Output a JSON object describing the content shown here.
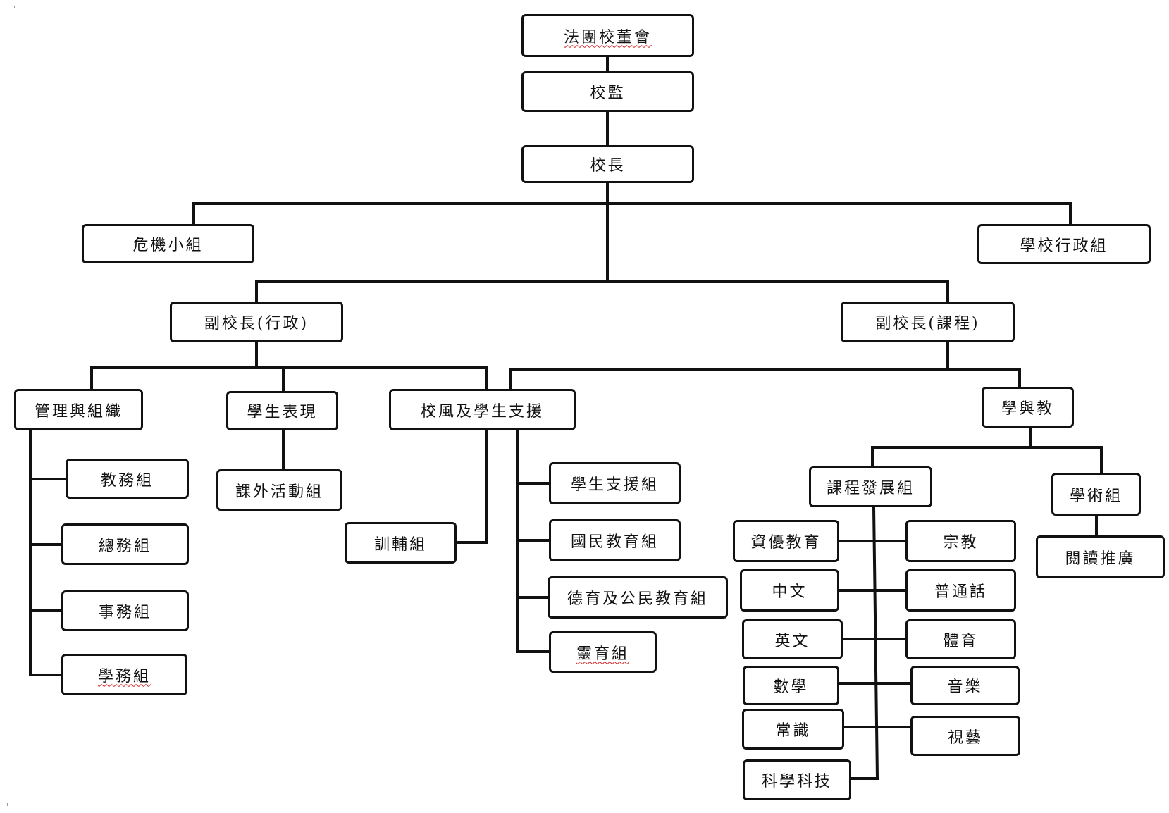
{
  "nodes": {
    "board": "法團校董會",
    "supervisor": "校監",
    "principal": "校長",
    "crisis": "危機小組",
    "school_admin": "學校行政組",
    "vp_admin": "副校長(行政)",
    "vp_curriculum": "副校長(課程)",
    "management": "管理與組織",
    "performance": "學生表現",
    "ethos": "校風及學生支援",
    "learning": "學與教",
    "academic_affairs": "教務組",
    "general_affairs": "總務組",
    "affairs": "事務組",
    "student_affairs": "學務組",
    "extracurricular": "課外活動組",
    "guidance": "訓輔組",
    "student_support": "學生支援組",
    "national_edu": "國民教育組",
    "moral_civic": "德育及公民教育組",
    "spiritual": "靈育組",
    "curriculum_dev": "課程發展組",
    "academic": "學術組",
    "reading": "閱讀推廣",
    "gifted": "資優教育",
    "religion": "宗教",
    "chinese": "中文",
    "putonghua": "普通話",
    "english": "英文",
    "pe": "體育",
    "math": "數學",
    "music": "音樂",
    "gs": "常識",
    "va": "視藝",
    "sci_tech": "科學科技"
  }
}
